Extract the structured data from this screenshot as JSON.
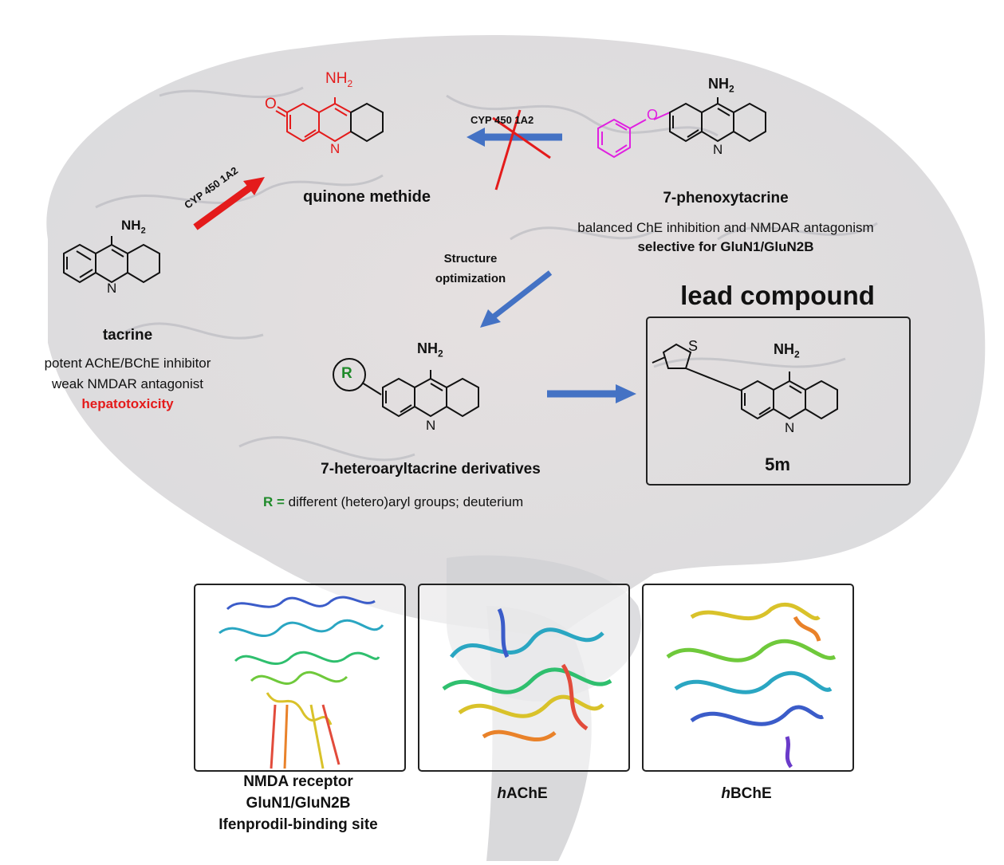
{
  "compounds": {
    "tacrine": {
      "name": "tacrine",
      "substituent": "NH",
      "substituent_sub": "2",
      "ring_atom": "N",
      "desc_line1": "potent AChE/BChE inhibitor",
      "desc_line2": "weak NMDAR antagonist",
      "desc_line3": "hepatotoxicity"
    },
    "quinone": {
      "name": "quinone methide",
      "substituent": "NH",
      "substituent_sub": "2",
      "oxygen": "O",
      "ring_atom": "N"
    },
    "phenoxy": {
      "name": "7-phenoxytacrine",
      "substituent": "NH",
      "substituent_sub": "2",
      "oxygen": "O",
      "ring_atom": "N",
      "desc_line1": "balanced ChE inhibition and NMDAR antagonism",
      "desc_line2": "selective for GluN1/GluN2B"
    },
    "derivatives": {
      "name": "7-heteroaryltacrine derivatives",
      "substituent": "NH",
      "substituent_sub": "2",
      "r_group": "R",
      "ring_atom": "N",
      "r_def_prefix": "R =",
      "r_def_text": "different (hetero)aryl groups; deuterium"
    },
    "lead": {
      "heading": "lead compound",
      "substituent": "NH",
      "substituent_sub": "2",
      "sulfur": "S",
      "ring_atom": "N",
      "name": "5m"
    }
  },
  "arrows": {
    "metabolism_label": "CYP 450 1A2",
    "blocked_label": "CYP 450 1A2",
    "optimization_line1": "Structure",
    "optimization_line2": "optimization"
  },
  "panels": [
    {
      "line1": "NMDA receptor",
      "line2": "GluN1/GluN2B",
      "line3": "Ifenprodil-binding site"
    },
    {
      "prefix": "h",
      "name": "AChE"
    },
    {
      "prefix": "h",
      "name": "BChE"
    }
  ],
  "colors": {
    "hazard": "#e41b1b",
    "arrow_blue": "#4472c4",
    "phenoxy_magenta": "#e020e0",
    "r_green": "#1f8a2a"
  }
}
